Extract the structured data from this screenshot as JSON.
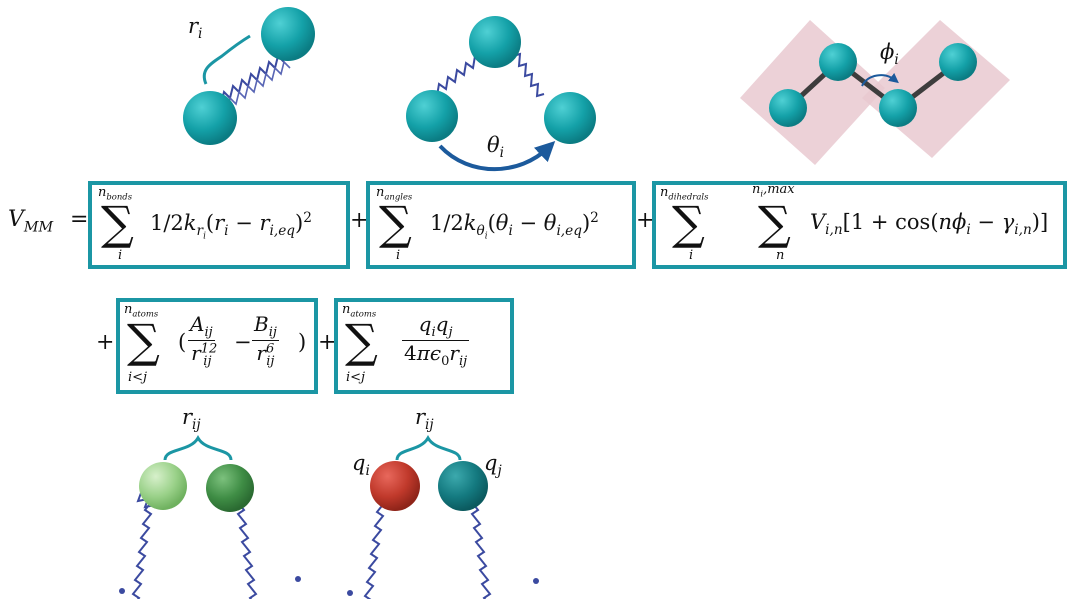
{
  "diagram": {
    "labels": {
      "bond_distance": "r",
      "bond_distance_sub": "i",
      "angle": "θ",
      "angle_sub": "i",
      "dihedral": "ϕ",
      "dihedral_sub": "i",
      "vdw_distance": "r",
      "vdw_distance_sub": "ij",
      "coul_distance": "r",
      "coul_distance_sub": "ij",
      "charge_i": "q",
      "charge_i_sub": "i",
      "charge_j": "q",
      "charge_j_sub": "j"
    },
    "equation": {
      "lhs": "V",
      "lhs_sub": "MM",
      "equals": "=",
      "plus": "+",
      "bonds": {
        "upper": "n_bonds",
        "lower": "i",
        "expr": "1/2k_{r_i}(r_i − r_{i,eq})²"
      },
      "angles": {
        "upper": "n_angles",
        "lower": "i",
        "expr": "1/2k_{θ_i}(θ_i − θ_{i,eq})²"
      },
      "dihedrals": {
        "upper1": "n_dihedrals",
        "lower1": "i",
        "upper2": "n_i,max",
        "lower2": "n",
        "expr": "V_{i,n}[1 + cos(nϕ_i − γ_{i,n})]"
      },
      "vdw": {
        "upper": "n_atoms",
        "lower": "i<j",
        "a_num": "A_ij",
        "a_den": "r_ij^12",
        "b_num": "B_ij",
        "b_den": "r_ij^6"
      },
      "coulomb": {
        "upper": "n_atoms",
        "lower": "i<j",
        "num": "q_i q_j",
        "den": "4πϵ_0 r_ij"
      }
    },
    "colors": {
      "teal_atom": "#14a1a8",
      "spring": "#3b4aa0",
      "box": "#1b96a4",
      "plane": "#e9c9d0",
      "light_green": "#9ad189",
      "dark_green": "#3f8d45",
      "red": "#c0392b",
      "dark_teal": "#147a80",
      "arrow": "#1c5a9c"
    }
  }
}
